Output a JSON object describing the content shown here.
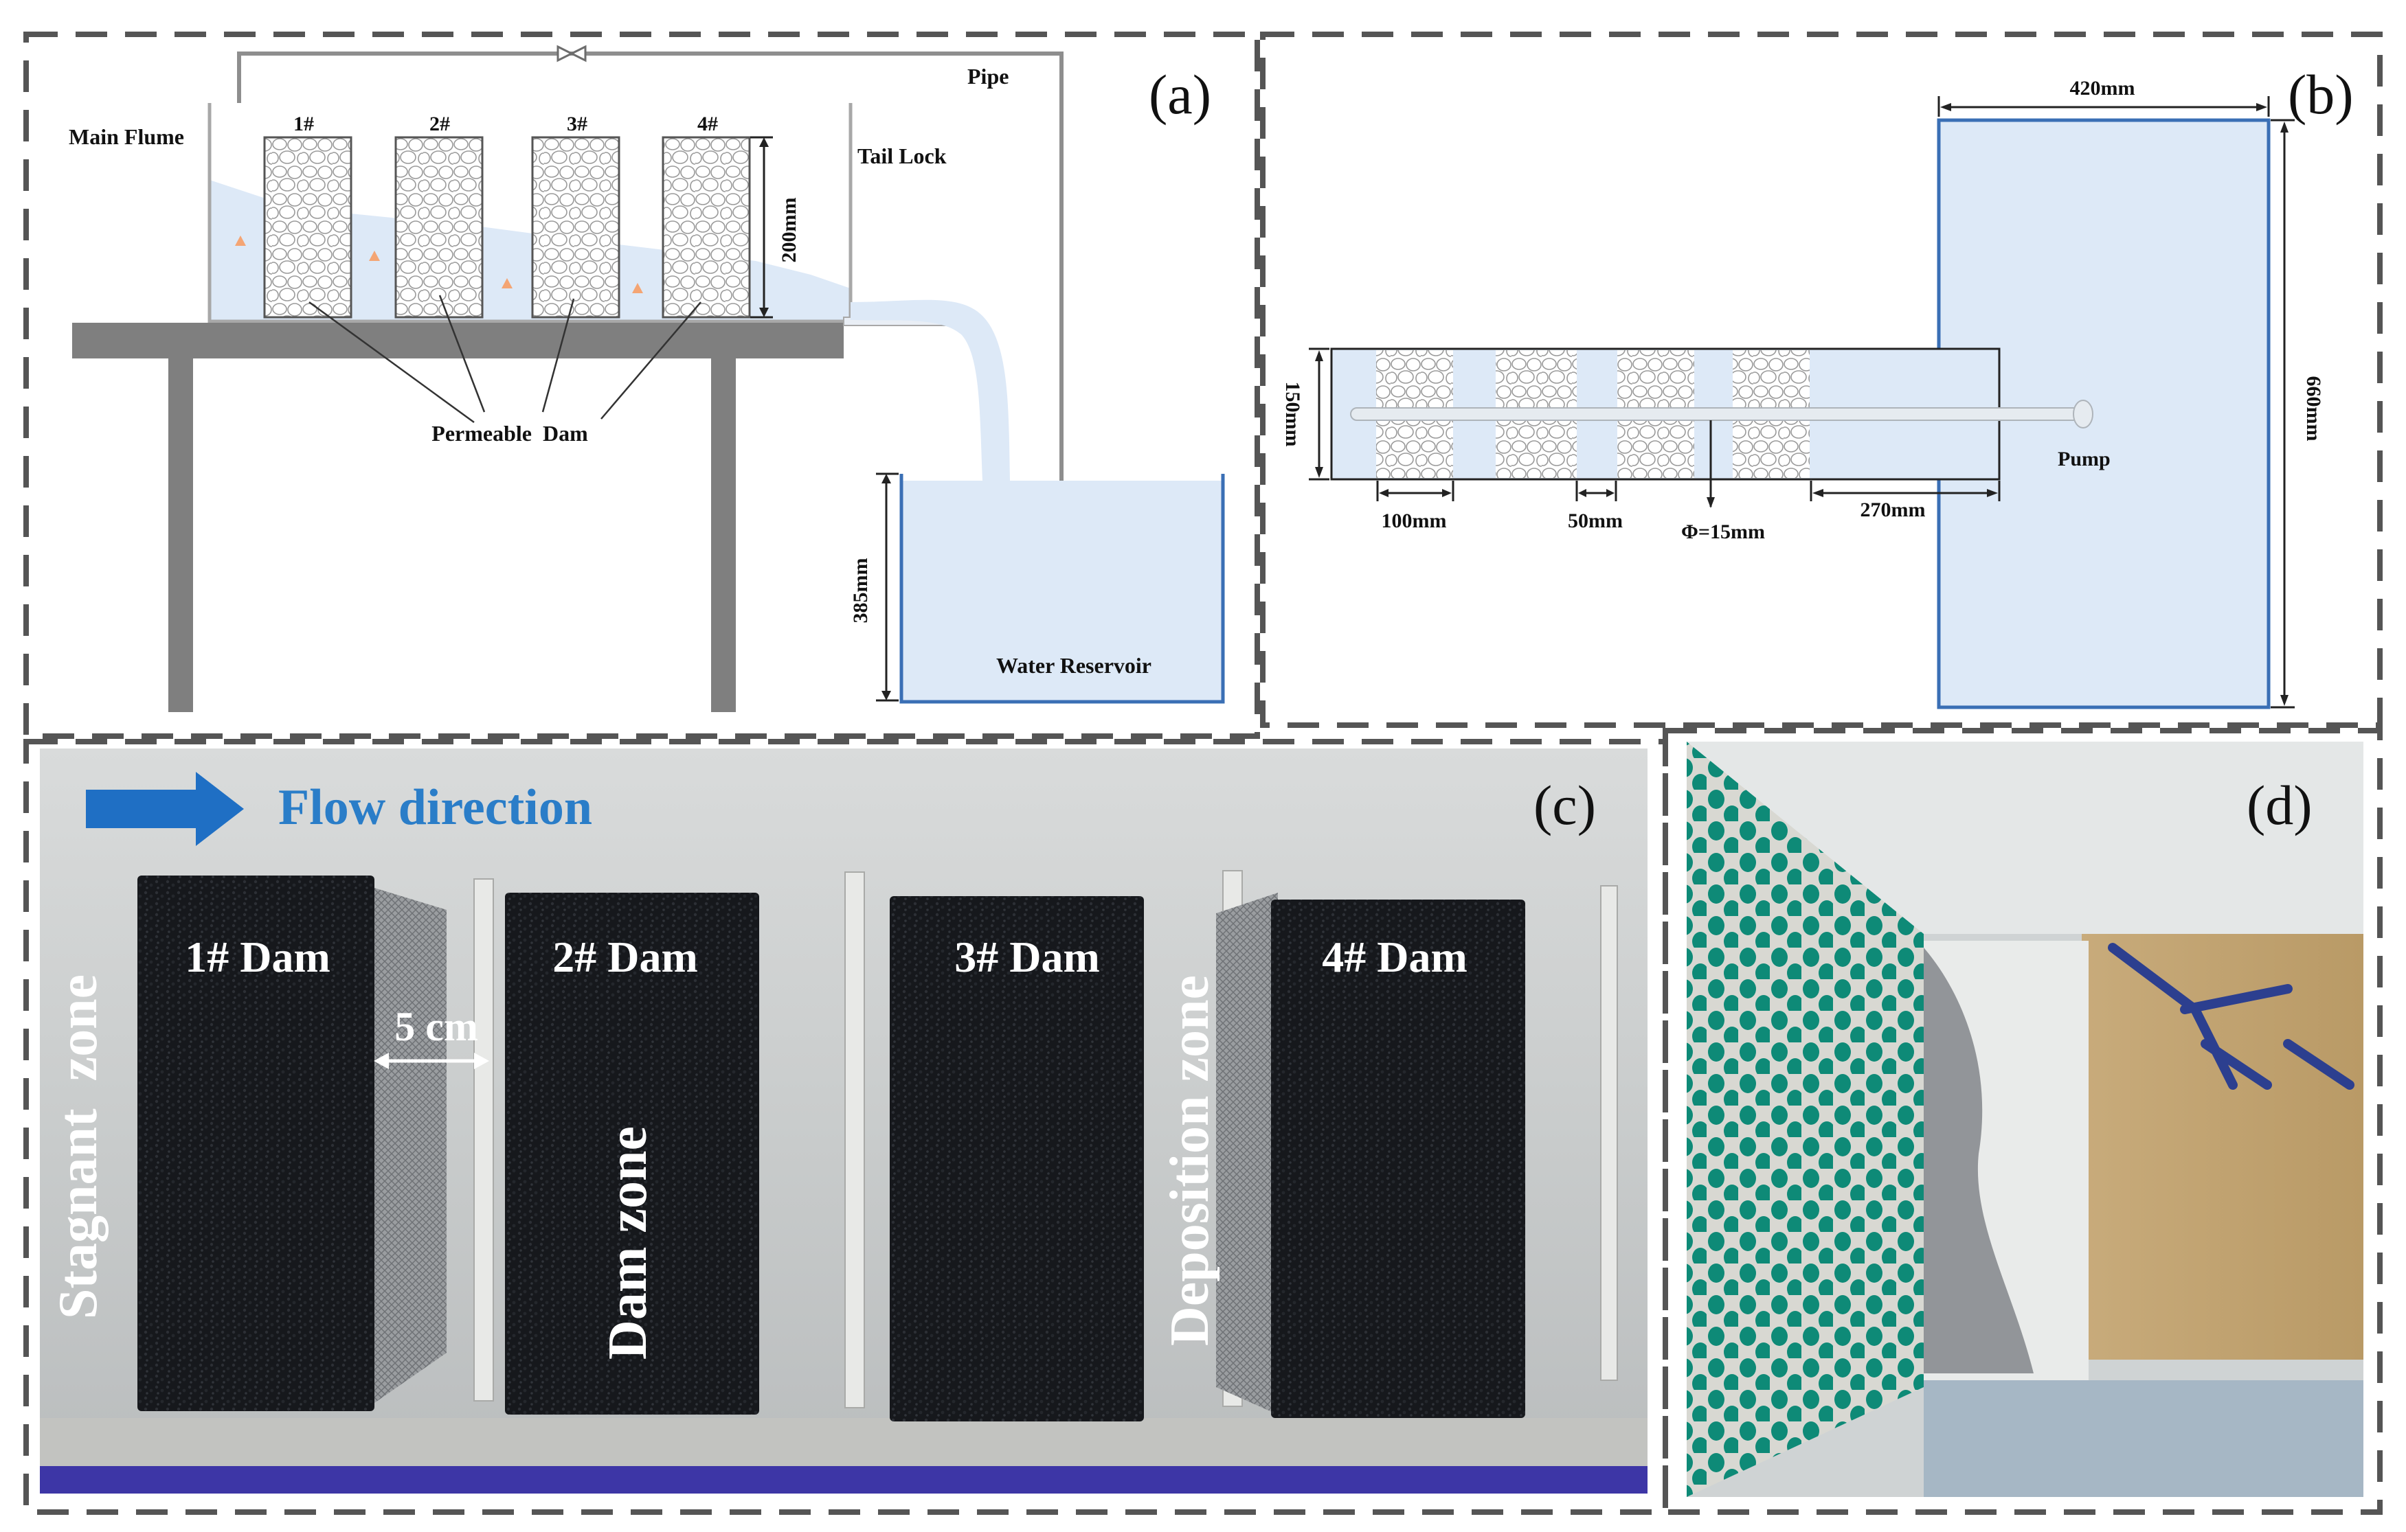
{
  "panels": {
    "a": {
      "tag": "(a)",
      "labels": {
        "main_flume": "Main Flume",
        "pipe": "Pipe",
        "tail_lock": "Tail Lock",
        "permeable_dam": "Permeable  Dam",
        "water_reservoir": "Water Reservoir",
        "dim_height": "200mm",
        "dim_reservoir": "385mm"
      },
      "dams": [
        "1#",
        "2#",
        "3#",
        "4#"
      ]
    },
    "b": {
      "tag": "(b)",
      "labels": {
        "w420": "420mm",
        "h660": "660mm",
        "h150": "150mm",
        "w100": "100mm",
        "w50": "50mm",
        "phi": "Φ=15mm",
        "w270": "270mm",
        "pump": "Pump"
      }
    },
    "c": {
      "tag": "(c)",
      "flow_direction": "Flow direction",
      "dams": [
        "1# Dam",
        "2# Dam",
        "3# Dam",
        "4# Dam"
      ],
      "zones": {
        "stagnant": "Stagnant  zone",
        "dam": "Dam zone",
        "deposition": "Deposition zone"
      },
      "gap_label": "5 cm"
    },
    "d": {
      "tag": "(d)"
    }
  },
  "colors": {
    "water": "#dde9f7",
    "water_stroke": "#3a6fb5",
    "flow_arrow": "#1f6fc4",
    "flow_text": "#2a7dc8",
    "dam_black": "#16181c",
    "frame_dash": "#555555",
    "table_gray": "#7f7f7f",
    "orange_marker": "#f4a574"
  }
}
